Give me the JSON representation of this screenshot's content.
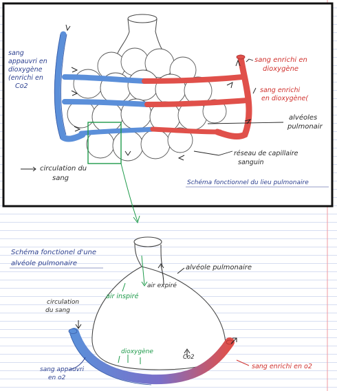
{
  "top_diagram": {
    "labels": {
      "sang_appauvri": [
        "sang",
        "appauvri en",
        "dioxygène",
        "(enrichi en",
        "Co2"
      ],
      "sang_enrichi_top": [
        "sang enrichi en",
        "dioxygène"
      ],
      "sang_enrichi_right": [
        "sang enrichi",
        "en dioxygène(",
        ""
      ],
      "alveoles": [
        "alvéoles",
        "pulmonair"
      ],
      "reseau": [
        "réseau de capillaire",
        "sanguin"
      ],
      "circulation": [
        "circulation du",
        "sang"
      ],
      "caption": "Schéma fonctionnel du lieu pulmonaire"
    }
  },
  "bottom_diagram": {
    "title": [
      "Schéma fonctionel d'une",
      "alvéole pulmonaire"
    ],
    "labels": {
      "alveole": "alvéole pulmonaire",
      "air_expire": "air expiré",
      "air_inspire": "air inspiré",
      "circulation": [
        "circulation",
        "du sang"
      ],
      "dioxygene": "dioxygène",
      "co2": "Co2",
      "sang_appauvri": [
        "sang appauvri",
        "en o2"
      ],
      "sang_enrichi": "sang enrichi en o2"
    }
  },
  "colors": {
    "frame": "#111111",
    "blood_blue": "#5b8fd9",
    "blood_red": "#e0504a",
    "ink_blue": "#2b3f8f",
    "ink_red": "#d0312d",
    "ink_green": "#1e9a4a",
    "paper_line": "#c8d2ec",
    "paper_margin": "#ef9aa2"
  }
}
